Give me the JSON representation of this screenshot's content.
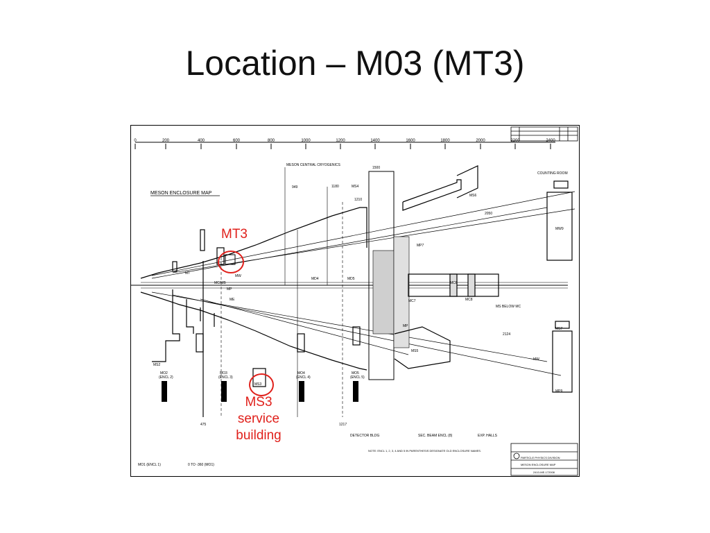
{
  "slide": {
    "title": "Location – M03 (MT3)"
  },
  "annotations": {
    "mt3_label": "MT3",
    "ms3_lines": [
      "MS3",
      "service",
      "building"
    ],
    "color": "#e0201b"
  },
  "drawing": {
    "map_title": "MESON ENCLOSURE MAP",
    "scale_ticks": [
      "0",
      "200",
      "400",
      "600",
      "800",
      "1000",
      "1200",
      "1400",
      "1600",
      "1800",
      "2000",
      "2200",
      "2400"
    ],
    "labels": {
      "meson_central_cryogenics": "MESON CENTRAL CRYOGENICS",
      "d949": "949",
      "d1180": "1180",
      "ms4": "MS4",
      "d1210": "1210",
      "d1500": "1500",
      "ms6": "MS6",
      "counting_room": "COUNTING ROOM",
      "d2050": "2050",
      "mw9": "MW9",
      "mp7": "MP7",
      "mt": "MT",
      "mw": "MW",
      "mc_mb": "MC/MB",
      "mp": "MP",
      "me": "ME",
      "md4": "MD4",
      "md5": "MD5",
      "ms5_label": "MS5",
      "mc6": "MC6",
      "mc8": "MC8",
      "mc7": "MC7",
      "ms8_below_mc": "MS BELOW MC",
      "ms7_small": "MS7",
      "d2124": "2124",
      "mp_lower": "MP",
      "mw_lower": "MW",
      "ms7": "MS7",
      "mp9": "MP9",
      "ms2": "MS2",
      "ms3_box": "MS3",
      "mo2": "MO2",
      "encl2": "(ENCL 2)",
      "mo3": "MO3",
      "encl3": "(ENCL 3)",
      "mo4": "MO4",
      "encl4": "(ENCL 4)",
      "mo5": "MO5",
      "encl5": "(ENCL 5)",
      "d475": "475",
      "d1217": "1217",
      "detector_bldg": "DETECTOR BLDG",
      "sec_beam_encl": "SEC. BEAM ENCL (8)",
      "exp_halls": "EXP. HALLS",
      "note": "NOTE: ENCL 1, 2, 3, 4 AND 5 IN PARENTHESIS DESIGNATE OLD ENCLOSURE NAMES.",
      "mo1": "MO1 (ENCL 1)",
      "range": "0 TO -360 (MO1)",
      "ppd_title": "PARTICLE PHYSICS DIVISION",
      "ppd_sub": "MESON ENCLOSURE MAP",
      "drawing_no": "2410-ME-172008"
    }
  }
}
